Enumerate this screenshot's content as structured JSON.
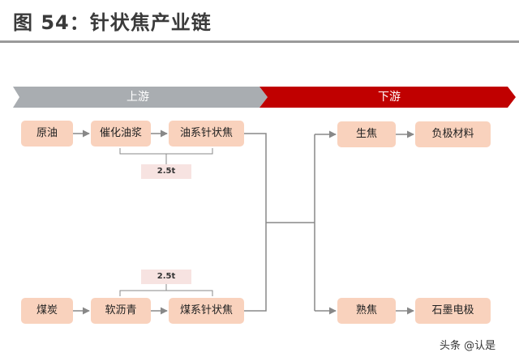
{
  "title": "图 54：针状焦产业链",
  "upstream_label": "上游",
  "downstream_label": "下游",
  "colors": {
    "upstream_band": "#a9adb1",
    "downstream_band": "#c00000",
    "node_fill": "#f9d2bd",
    "tag_fill": "#f7e3e1",
    "line": "#888888"
  },
  "nodes": {
    "crude_oil": "原油",
    "fcc_slurry": "催化油浆",
    "oil_needle_coke": "油系针状焦",
    "coal_tar": "煤炭",
    "soft_pitch": "软沥青",
    "coal_needle_coke": "煤系针状焦",
    "green_coke": "生焦",
    "anode_material": "负极材料",
    "calcined_coke": "熟焦",
    "graphite_electrode": "石墨电极"
  },
  "ratio_oil": "2.5t",
  "ratio_coal": "2.5t",
  "watermark": "头条 @认是"
}
